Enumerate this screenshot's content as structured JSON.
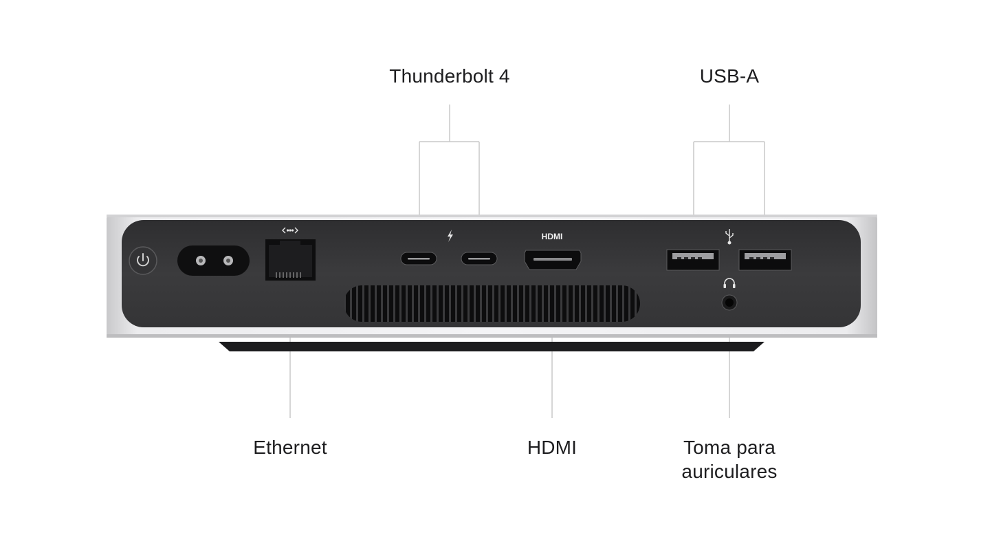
{
  "callouts": {
    "thunderbolt": "Thunderbolt 4",
    "usb_a": "USB-A",
    "ethernet": "Ethernet",
    "hdmi": "HDMI",
    "headphone_line1": "Toma para",
    "headphone_line2": "auriculares"
  },
  "device": {
    "hdmi_port_label": "HDMI",
    "icons": [
      "power-icon",
      "ethernet-icon",
      "thunderbolt-icon",
      "usb-icon",
      "headphones-icon"
    ]
  },
  "colors": {
    "text": "#1d1d1f",
    "leader_line": "#c8c8c8",
    "panel": "#3a3a3c",
    "chassis": "#d8d8da"
  }
}
